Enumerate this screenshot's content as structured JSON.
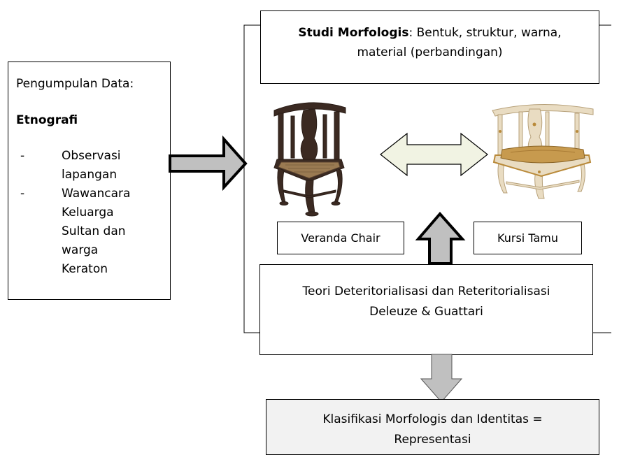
{
  "left_box": {
    "title": "Pengumpulan Data:",
    "method": "Etnografi",
    "items": [
      {
        "bullet": "-",
        "lines": [
          "Observasi",
          "lapangan"
        ]
      },
      {
        "bullet": "-",
        "lines": [
          "Wawancara",
          "Keluarga",
          "Sultan dan",
          "warga",
          "Keraton"
        ]
      }
    ]
  },
  "study_box": {
    "title_bold": "Studi Morfologis",
    "title_rest": ": Bentuk, struktur, warna,",
    "line2": "material (perbandingan)"
  },
  "labels": {
    "chair_left": "Veranda Chair",
    "chair_right": "Kursi Tamu"
  },
  "theory_box": {
    "line1": "Teori Deteritorialisasi dan Reteritorialisasi",
    "line2": "Deleuze & Guattari"
  },
  "result_box": {
    "line1": "Klasifikasi Morfologis dan Identitas =",
    "line2": "Representasi"
  },
  "colors": {
    "arrow_grey": "#c0c0c0",
    "arrow_cream": "#f1f3e3",
    "dark_wood": "#3b2a22",
    "ivory_wood": "#e9dcc2",
    "gold": "#b98a3a",
    "result_bg": "#f2f2f2"
  }
}
